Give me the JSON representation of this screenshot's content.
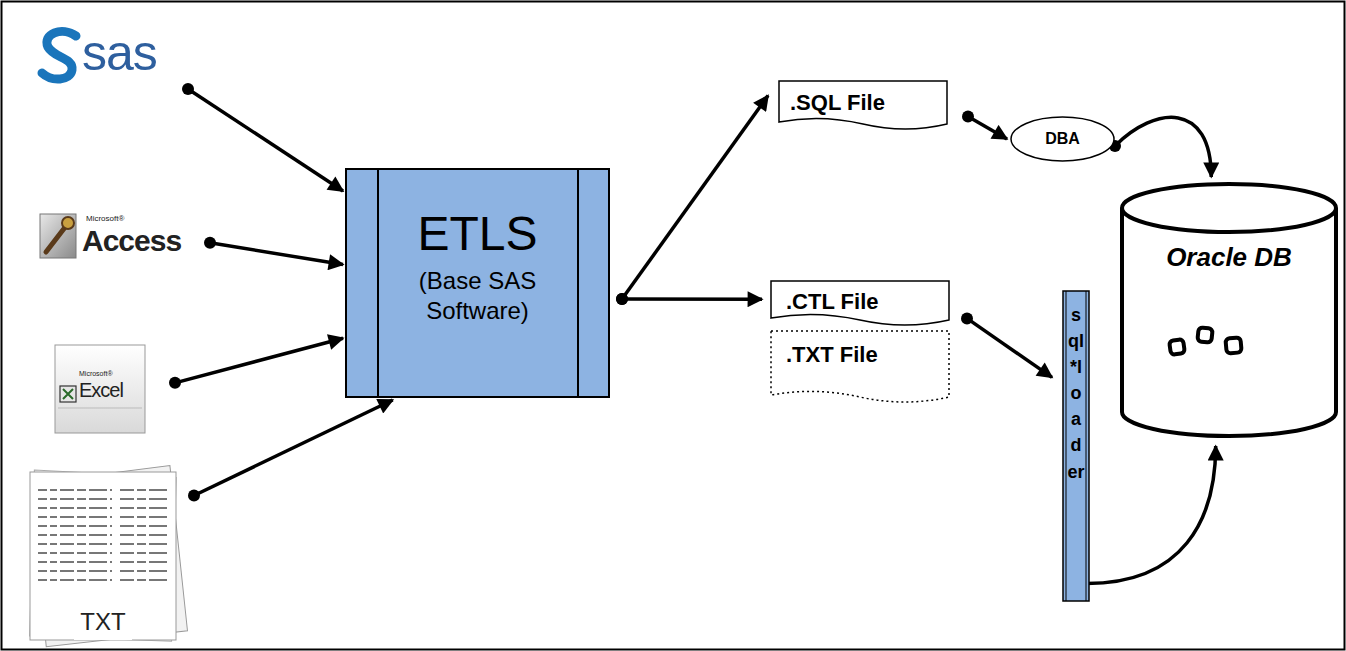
{
  "diagram": {
    "nodes": [
      {
        "text": [
          "sas"
        ]
      },
      {
        "text": [
          "Microsoft®",
          "Access"
        ]
      },
      {
        "text": [
          "Microsoft®",
          "Excel"
        ]
      },
      {
        "text": [
          "TXT"
        ]
      },
      {
        "text": [
          "ETLS",
          "(Base SAS Software)"
        ]
      },
      {
        "text": [
          ".SQL File"
        ]
      },
      {
        "text": [
          "DBA"
        ]
      },
      {
        "text": [
          ".CTL File"
        ]
      },
      {
        "text": [
          ".TXT File"
        ]
      },
      {
        "text": [
          "sql*loader"
        ]
      },
      {
        "text": [
          "Oracle DB"
        ]
      }
    ],
    "edges": [
      {
        "from": 0,
        "to": 4,
        "arrow": "to"
      },
      {
        "from": 1,
        "to": 4,
        "arrow": "to"
      },
      {
        "from": 2,
        "to": 4,
        "arrow": "to"
      },
      {
        "from": 3,
        "to": 4,
        "arrow": "to"
      },
      {
        "from": 4,
        "to": 5,
        "arrow": "to"
      },
      {
        "from": 4,
        "to": 7,
        "arrow": "to"
      },
      {
        "from": 5,
        "to": 6,
        "arrow": "to"
      },
      {
        "from": 6,
        "to": 10,
        "arrow": "to"
      },
      {
        "from": 7,
        "to": 9,
        "arrow": "to"
      },
      {
        "from": 9,
        "to": 10,
        "arrow": "to"
      }
    ]
  }
}
